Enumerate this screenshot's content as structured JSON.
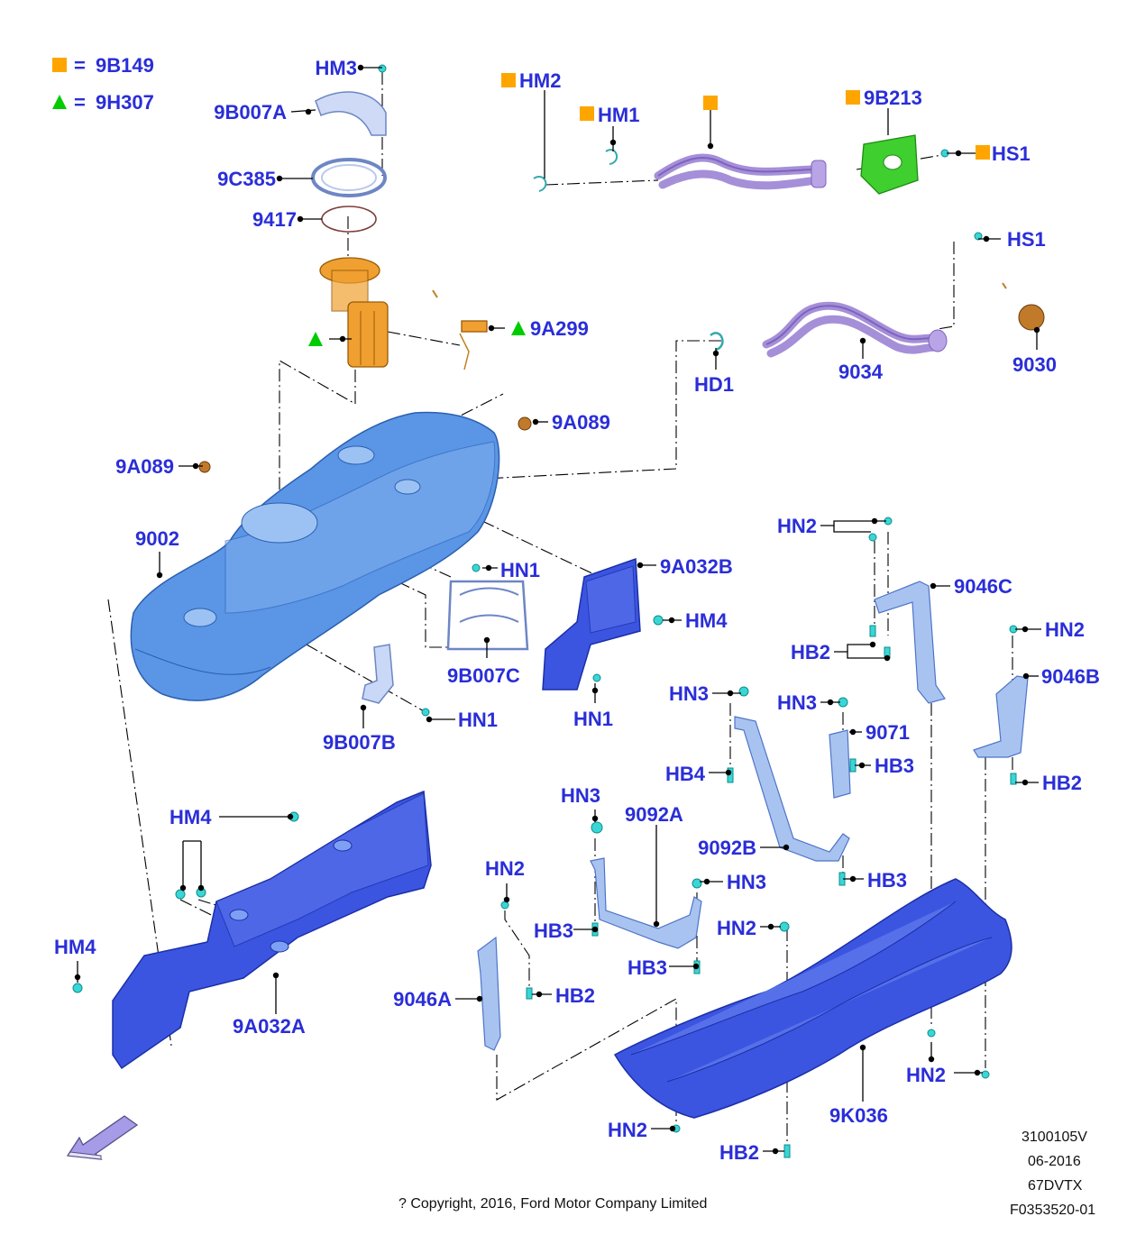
{
  "legend": {
    "square_code": "9B149",
    "triangle_code": "9H307",
    "equals": "=",
    "square_color": "#ffa500",
    "triangle_color": "#00cc00"
  },
  "labels": {
    "hm3": "HM3",
    "b007a": "9B007A",
    "c385": "9C385",
    "n9417": "9417",
    "a299": "9A299",
    "a089_top": "9A089",
    "a089_left": "9A089",
    "n9002": "9002",
    "hm2": "HM2",
    "hm1": "HM1",
    "b213": "9B213",
    "hs1_top": "HS1",
    "hs1_mid": "HS1",
    "hd1": "HD1",
    "n9034": "9034",
    "n9030": "9030",
    "hn1_a": "HN1",
    "a032b": "9A032B",
    "hm4_right": "HM4",
    "b007c": "9B007C",
    "hn1_b": "HN1",
    "hn1_c": "HN1",
    "b007b": "9B007B",
    "hn2_top": "HN2",
    "c9046": "9046C",
    "hb2_top": "HB2",
    "hn2_right": "HN2",
    "b9046": "9046B",
    "hb2_right": "HB2",
    "hn3_a": "HN3",
    "hn3_b": "HN3",
    "n9071": "9071",
    "hb3_a": "HB3",
    "hb4": "HB4",
    "hn3_c": "HN3",
    "a9092": "9092A",
    "b9092": "9092B",
    "hb3_b": "HB3",
    "hn3_d": "HN3",
    "hm4_mid": "HM4",
    "hn2_mid": "HN2",
    "hn2_c": "HN2",
    "hb3_c": "HB3",
    "hb3_d": "HB3",
    "hm4_left": "HM4",
    "a032a": "9A032A",
    "a9046": "9046A",
    "hb2_mid": "HB2",
    "hn2_d": "HN2",
    "k036": "9K036",
    "hn2_e": "HN2",
    "hb2_bottom": "HB2"
  },
  "footer": {
    "copyright": "? Copyright, 2016, Ford Motor Company Limited",
    "ref": "3100105V",
    "date": "06-2016",
    "model": "67DVTX",
    "figure": "F0353520-01"
  },
  "direction_arrow": "front-direction-arrow"
}
